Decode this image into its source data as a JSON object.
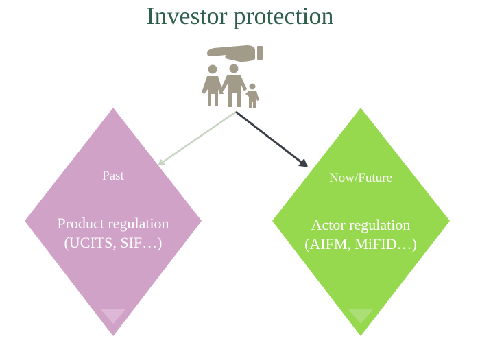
{
  "title": "Investor protection",
  "icon": "family-protection-hand-icon",
  "left": {
    "tag": "Past",
    "line1": "Product regulation",
    "line2": "(UCITS, SIF…)",
    "color": "#d0a2c8"
  },
  "right": {
    "tag": "Now/Future",
    "line1": "Actor regulation",
    "line2": "(AIFM, MiFID…)",
    "color": "#96d94f"
  },
  "colors": {
    "title": "#2f5f4c",
    "icon": "#a39b8a",
    "arrow_left": "#c5d3c0",
    "arrow_right": "#3a3f45"
  }
}
